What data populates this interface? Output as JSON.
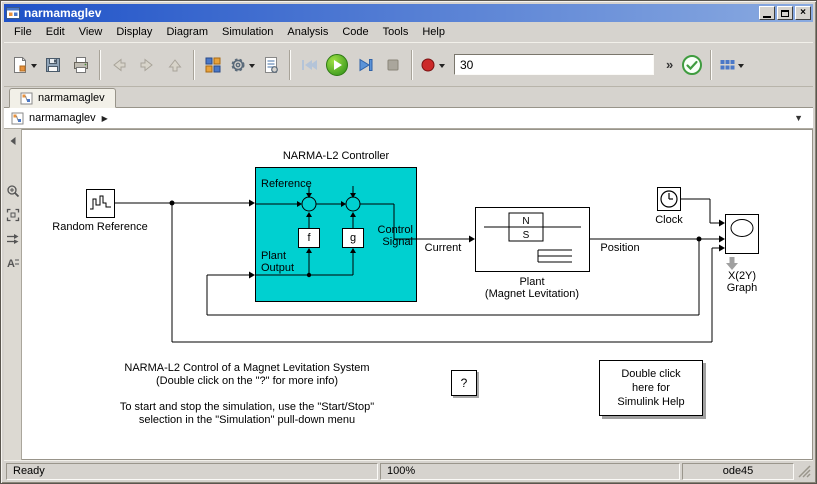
{
  "colors": {
    "titlebar_start": "#1f52c8",
    "titlebar_end": "#8aaae0",
    "controller_fill": "#00d0d0"
  },
  "icons": {
    "close": "×",
    "breadcrumb_expand": "▶",
    "breadcrumb_dropdown": "▼",
    "overflow_chevron": "»"
  },
  "window": {
    "title": "narmamaglev"
  },
  "menubar": {
    "items": [
      "File",
      "Edit",
      "View",
      "Display",
      "Diagram",
      "Simulation",
      "Analysis",
      "Code",
      "Tools",
      "Help"
    ]
  },
  "toolbar": {
    "sim_stop_time": "30"
  },
  "tabbar": {
    "tabs": [
      {
        "label": "narmamaglev"
      }
    ]
  },
  "breadcrumb": {
    "items": [
      {
        "label": "narmamaglev"
      }
    ]
  },
  "canvas": {
    "random_reference": {
      "label": "Random Reference"
    },
    "controller": {
      "title": "NARMA-L2 Controller",
      "reference_label": "Reference",
      "plant_output_line1": "Plant",
      "plant_output_line2": "Output",
      "control_line1": "Control",
      "control_line2": "Signal",
      "f": "f",
      "g": "g"
    },
    "plant": {
      "n": "N",
      "s": "S",
      "label_line1": "Plant",
      "label_line2": "(Magnet Levitation)"
    },
    "clock": {
      "label": "Clock"
    },
    "xy_graph": {
      "label_line1": "X(2Y)",
      "label_line2": "Graph"
    },
    "signals": {
      "current": "Current",
      "position": "Position"
    },
    "question_block": {
      "label": "?"
    },
    "help_block": {
      "line1": "Double click",
      "line2": "here for",
      "line3": "Simulink Help"
    },
    "annotations": {
      "title_line1": "NARMA-L2 Control of a Magnet Levitation System",
      "title_line2": "(Double click on the \"?\" for more info)",
      "note_line1": "To start and stop the simulation, use the \"Start/Stop\"",
      "note_line2": "selection in the \"Simulation\" pull-down menu"
    }
  },
  "statusbar": {
    "status": "Ready",
    "zoom": "100%",
    "solver": "ode45"
  }
}
